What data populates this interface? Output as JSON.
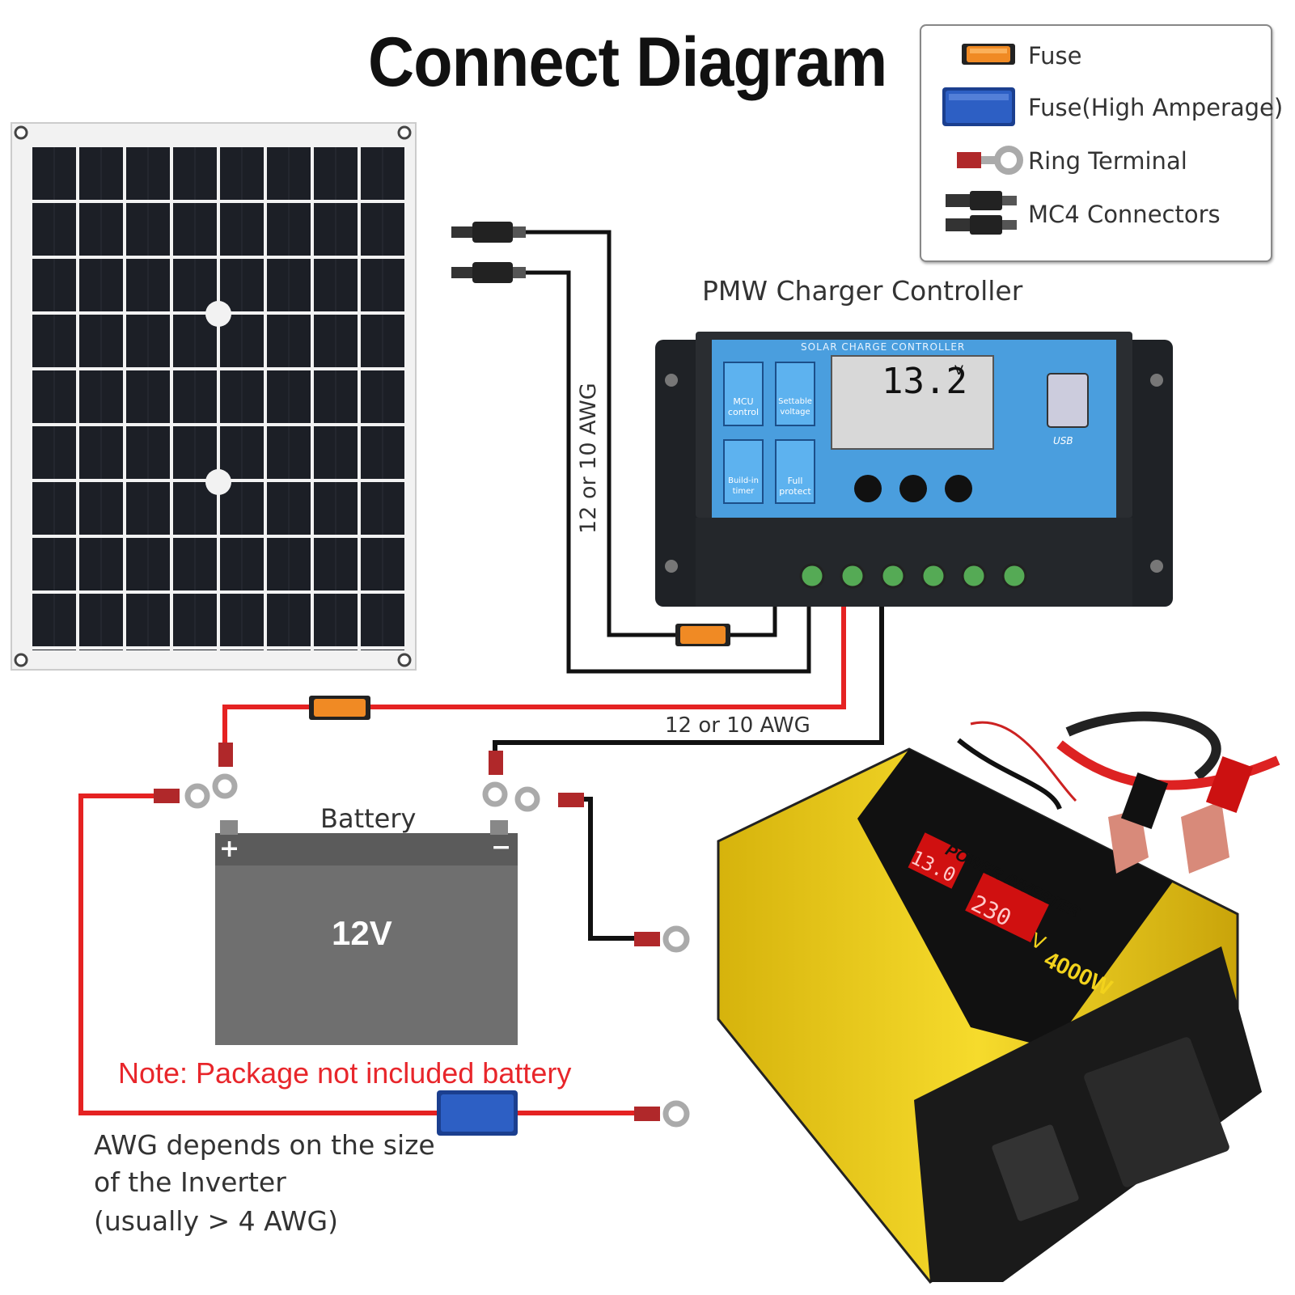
{
  "title": "Connect Diagram",
  "legend": {
    "items": [
      {
        "label": "Fuse",
        "icon": "fuse-icon",
        "color": "#f08a24"
      },
      {
        "label": "Fuse(High Amperage)",
        "icon": "high-amperage-fuse-icon",
        "color": "#2d5fc4"
      },
      {
        "label": "Ring Terminal",
        "icon": "ring-terminal-icon",
        "color": "#b0282a"
      },
      {
        "label": "MC4 Connectors",
        "icon": "mc4-connector-icon",
        "color": "#333333"
      }
    ]
  },
  "controller": {
    "label": "PMW Charger Controller",
    "header": "SOLAR CHARGE CONTROLLER",
    "voltage": "13.2",
    "voltage_unit": "V",
    "features": [
      {
        "line1": "MCU",
        "line2": "control"
      },
      {
        "line1": "Settable",
        "line2": "voltage"
      },
      {
        "line1": "Build-in",
        "line2": "timer"
      },
      {
        "line1": "Full",
        "line2": "protect"
      }
    ],
    "usb": "USB"
  },
  "wires": {
    "panel_awg": "12 or 10 AWG",
    "battery_awg": "12 or 10 AWG"
  },
  "battery": {
    "label": "Battery",
    "voltage": "12V",
    "plus": "+",
    "minus": "−"
  },
  "note": "Note: Package not included battery",
  "awg_note": {
    "line1": "AWG depends on the size",
    "line2": "of the Inverter",
    "line3": "(usually  > 4 AWG)"
  },
  "inverter": {
    "brand": "POWER INVERTER",
    "power": "4000W",
    "input_display": "13.0",
    "output_display": "230",
    "unit": "V"
  },
  "colors": {
    "positive_wire": "#e52222",
    "negative_wire": "#111111",
    "panel_cell": "#1c1f26",
    "controller_screen": "#4a9ede",
    "inverter_yellow": "#f2d21c"
  }
}
